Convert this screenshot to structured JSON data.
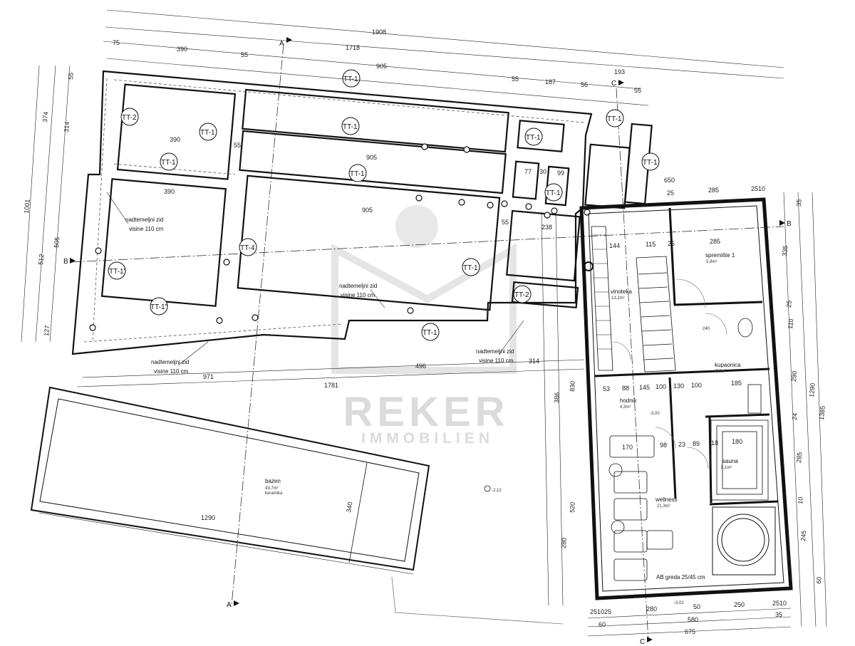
{
  "watermark": {
    "line1": "REKER",
    "line2": "IMMOBILIEN"
  },
  "section_marks": {
    "a_top": "A",
    "a_bottom": "A",
    "b_left": "B",
    "b_right": "B",
    "c_top": "C",
    "c_bottom": "C"
  },
  "foundation_tags": {
    "tt1_top": "TT-1",
    "tt2_left": "TT-2",
    "tt1_a": "TT-1",
    "tt1_b": "TT-1",
    "tt1_c": "TT-1",
    "tt1_d": "TT-1",
    "tt1_e": "TT-1",
    "tt1_f": "TT-1",
    "tt1_g": "TT-1",
    "tt1_h": "TT-1",
    "tt1_prime": "TT-1'",
    "tt1_dprime": "TT-1\"",
    "tt4": "TT-4",
    "tt1_i": "TT-1",
    "tt2_right": "TT-2",
    "tt1_bottom": "TT-1"
  },
  "notes": {
    "wall_1_line1": "nadtemeljni zid",
    "wall_1_line2": "visine 110 cm",
    "wall_2_line1": "nadtemeljni zid",
    "wall_2_line2": "visine 110 cm",
    "wall_3_line1": "nadtemeljni zid",
    "wall_3_line2": "visine 110 cm",
    "wall_4_line1": "nadtemeljni zid",
    "wall_4_line2": "visine 110 cm",
    "beam": "AB greda 25/45 cm"
  },
  "rooms": {
    "vinoteka": "vinoteka",
    "vinoteka_area": "13,2m²",
    "spremiste": "spremište 1",
    "spremiste_area": "5,9m²",
    "kupaonica": "kupaonica",
    "kupaonica_area": "7,0m²",
    "hodnik": "hodnik",
    "hodnik_area": "4,3m²",
    "sauna": "sauna",
    "sauna_area": "5,1m²",
    "wellness": "wellness",
    "wellness_area": "21,3m²",
    "bazen": "bazen",
    "bazen_area": "43,7m²",
    "bazen_finish": "keramika"
  },
  "levels": {
    "hall": "-3,00",
    "outside": "-2,12",
    "stair": "-3,02",
    "l240": "240"
  },
  "dims_horizontal": {
    "d1908": "1908",
    "d75": "75",
    "d390_top": "390",
    "d55_top": "55",
    "d1718": "1718",
    "d905_top": "905",
    "d193": "193",
    "d55_r1": "55",
    "d187": "187",
    "d56": "56",
    "d55_r2": "55",
    "d390_a": "390",
    "d905_a": "905",
    "d55_a": "55",
    "d390_b": "390",
    "d905_b": "905",
    "d55_b": "55",
    "d77": "77",
    "d30": "30",
    "d99": "99",
    "d650": "650",
    "d25a": "25",
    "d285a": "285",
    "d2510": "2510",
    "d144": "144",
    "d115": "115",
    "d25b": "25",
    "d285b": "285",
    "d238": "238",
    "d971": "971",
    "d496": "496",
    "d314": "314",
    "d1781": "1781",
    "d53": "53",
    "d88": "88",
    "d145": "145",
    "d100a": "100",
    "d130": "130",
    "d100b": "100",
    "d185": "185",
    "d170": "170",
    "d98": "98",
    "d23": "23",
    "d89": "89",
    "d18": "18",
    "d180": "180",
    "d1290": "1290",
    "d340": "340",
    "d251025": "251025",
    "d280": "280",
    "d50": "50",
    "d250": "250",
    "d2510b": "2510",
    "d35": "35",
    "d60": "60",
    "d580": "580",
    "d675": "675"
  },
  "dims_vertical": {
    "v1001": "1001",
    "v55": "55",
    "v374": "374",
    "v314": "314",
    "v505": "505",
    "v512": "512",
    "v127": "127",
    "v1385": "1385",
    "v1290": "1290",
    "v35": "35",
    "v335": "335",
    "v110": "110",
    "v25": "25",
    "v290": "290",
    "v24": "24",
    "v285": "285",
    "v10": "10",
    "v245": "245",
    "v60": "60",
    "v386": "386",
    "v830": "830",
    "v520": "520",
    "v280": "280"
  }
}
